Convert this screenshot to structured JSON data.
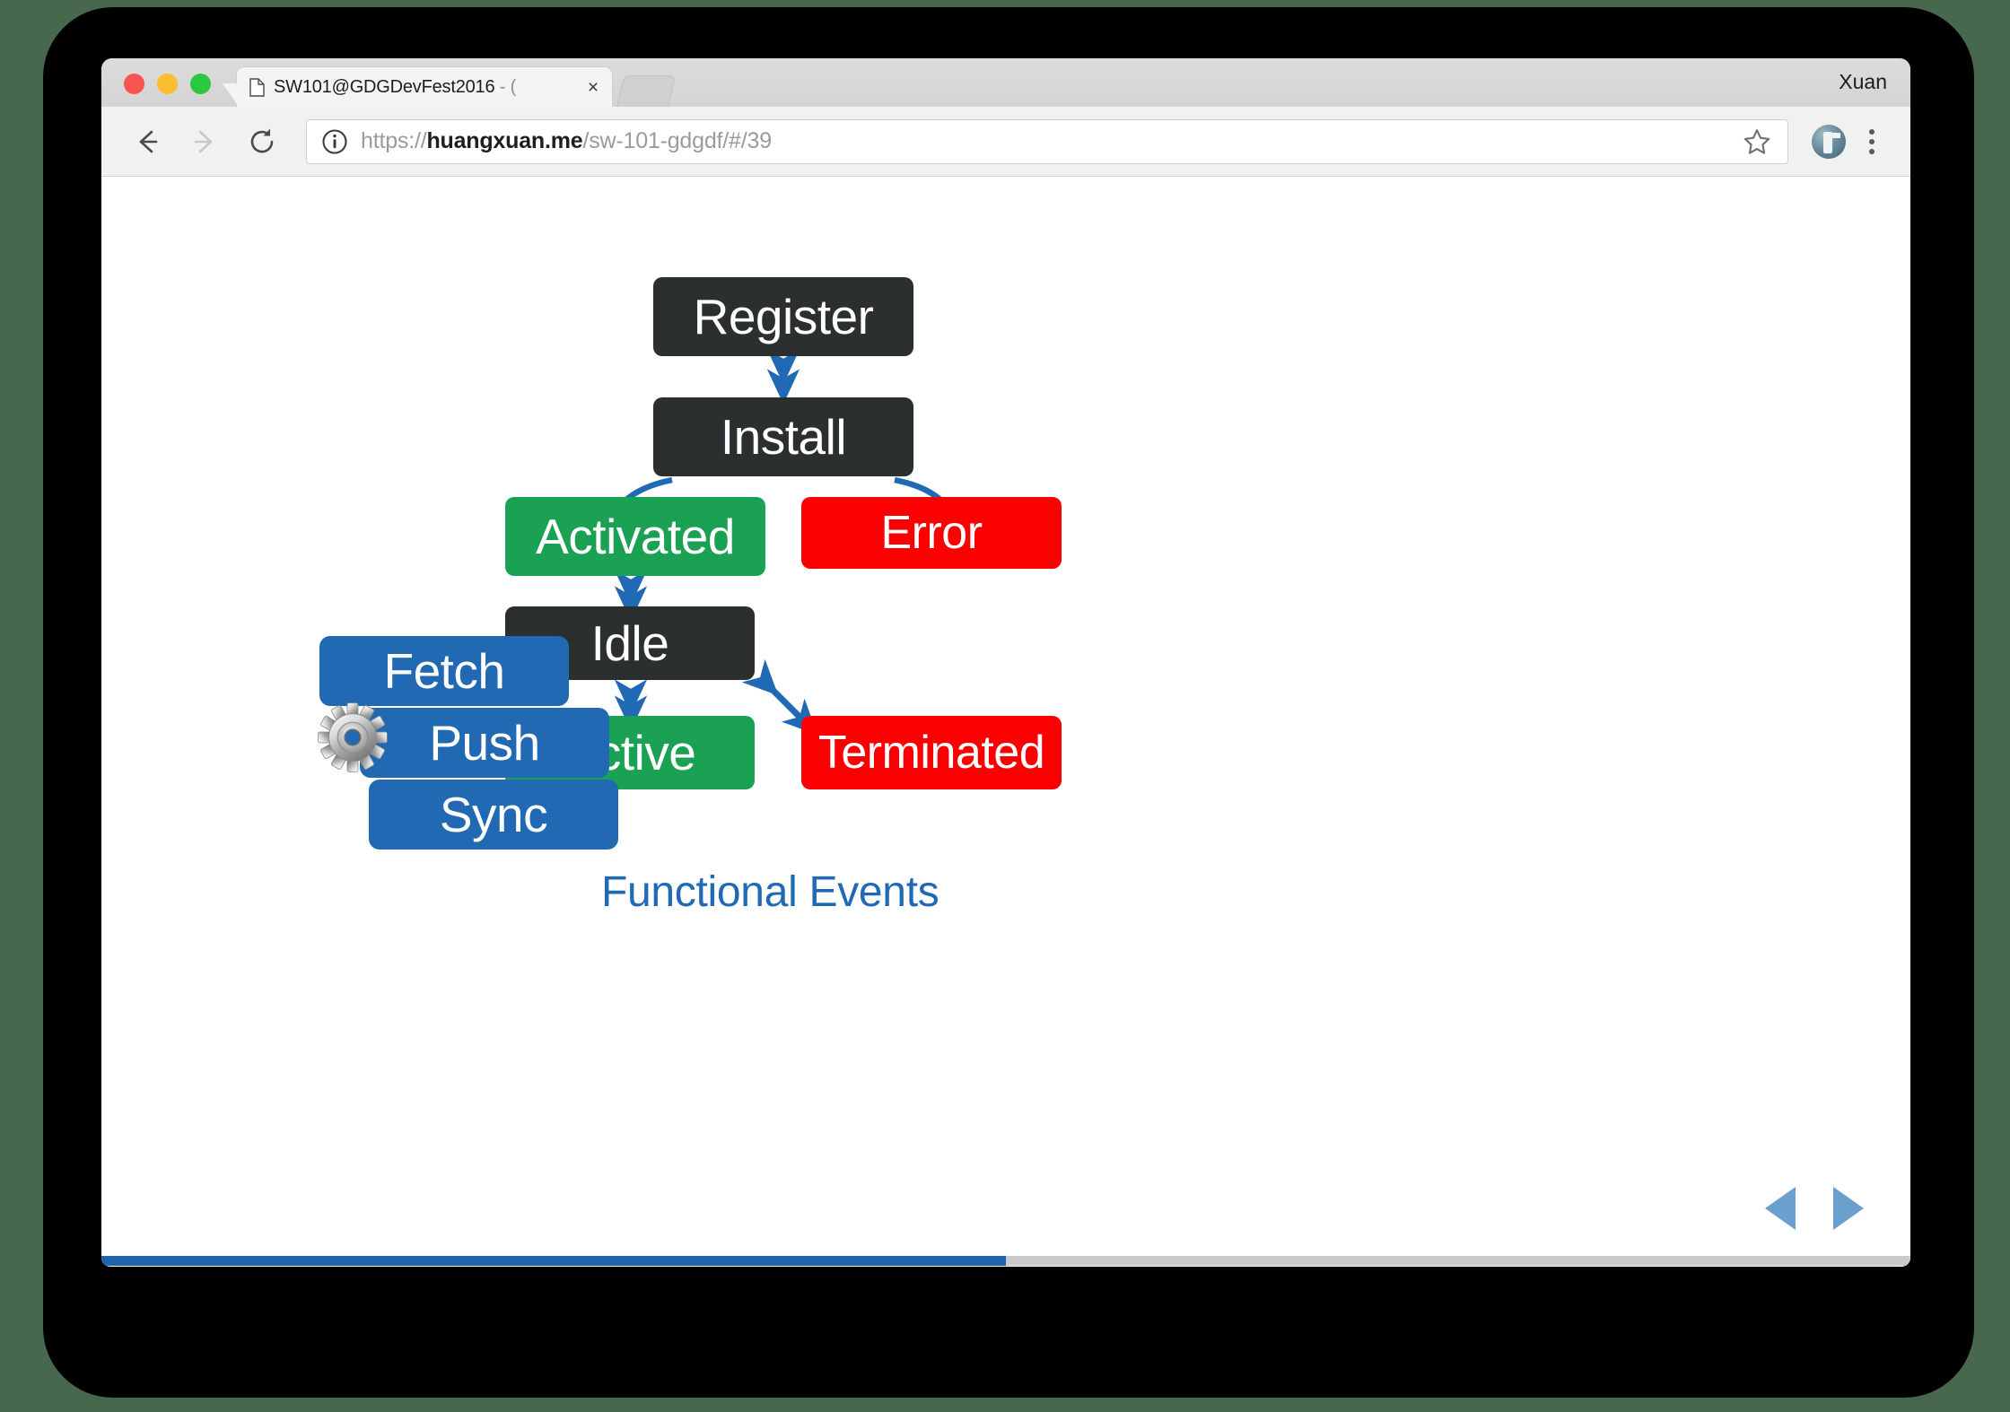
{
  "browser": {
    "tab": {
      "title": "SW101@GDGDevFest2016",
      "title_suffix": "- (",
      "close_label": "×",
      "page_icon": "page-icon"
    },
    "profile_name": "Xuan",
    "toolbar": {
      "back_icon": "back-arrow-icon",
      "forward_icon": "forward-arrow-icon",
      "reload_icon": "reload-icon",
      "info_icon": "info-icon",
      "star_icon": "star-icon",
      "avatar_icon": "avatar-icon",
      "menu_icon": "three-dot-menu-icon",
      "url_scheme": "https://",
      "url_host": "huangxuan.me",
      "url_path": "/sw-101-gdgdf/#/39",
      "url_full": "https://huangxuan.me/sw-101-gdgdf/#/39"
    }
  },
  "slide": {
    "caption": "Functional Events",
    "progress_percent": 50,
    "nav": {
      "prev_label": "previous-slide",
      "next_label": "next-slide"
    },
    "gear_icon": "gear-icon",
    "nodes": {
      "register": "Register",
      "install": "Install",
      "activated": "Activated",
      "error": "Error",
      "idle": "Idle",
      "active": "Active",
      "terminated": "Terminated",
      "fetch": "Fetch",
      "push": "Push",
      "sync": "Sync"
    },
    "colors": {
      "dark": "#2b2f30",
      "green": "#1ba153",
      "red": "#fa0000",
      "blue": "#2269b3",
      "arrow": "#2069b4",
      "caption": "#2069b4",
      "nav_arrow": "#6b9fcd",
      "progress_fill": "#1f63ad",
      "progress_track": "#cacaca"
    },
    "transitions": [
      {
        "from": "Register",
        "to": "Install",
        "kind": "bidirectional-vertical"
      },
      {
        "from": "Install",
        "to": "Activated",
        "kind": "curve-left-down"
      },
      {
        "from": "Install",
        "to": "Error",
        "kind": "curve-right-down"
      },
      {
        "from": "Activated",
        "to": "Idle",
        "kind": "bidirectional-vertical"
      },
      {
        "from": "Idle",
        "to": "Active",
        "kind": "bidirectional-vertical"
      },
      {
        "from": "Idle",
        "to": "Terminated",
        "kind": "bidirectional-diagonal"
      }
    ]
  }
}
